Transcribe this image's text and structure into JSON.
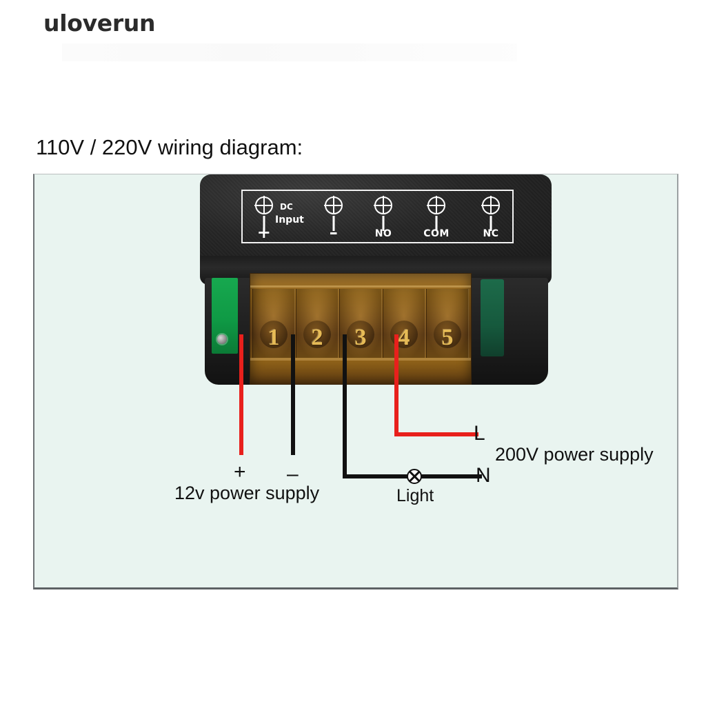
{
  "watermark": {
    "text": "uloverun"
  },
  "title": {
    "text": "110V / 220V wiring diagram:"
  },
  "device": {
    "top_panel": {
      "dc_input_label_line1": "DC",
      "dc_input_label_line2": "Input",
      "terminals": [
        {
          "icon": "screw-terminal-icon",
          "caption": "+"
        },
        {
          "icon": "screw-terminal-icon",
          "caption": "–"
        },
        {
          "icon": "screw-terminal-icon",
          "caption": "NO"
        },
        {
          "icon": "screw-terminal-icon",
          "caption": "COM"
        },
        {
          "icon": "screw-terminal-icon",
          "caption": "NC"
        }
      ]
    },
    "terminal_block": {
      "numbers": [
        "1",
        "2",
        "3",
        "4",
        "5"
      ]
    }
  },
  "wiring": {
    "labels": {
      "plus": "+",
      "minus": "–",
      "dc_supply": "12v power supply",
      "line": "L",
      "neutral": "N",
      "ac_supply": "200V power supply",
      "light": "Light"
    },
    "connections": [
      {
        "from_terminal": "1",
        "color": "#e8201c",
        "to": "+"
      },
      {
        "from_terminal": "2",
        "color": "#111111",
        "to": "–"
      },
      {
        "from_terminal": "3",
        "color": "#111111",
        "to": "N"
      },
      {
        "from_terminal": "4",
        "color": "#e8201c",
        "to": "L"
      }
    ]
  },
  "colors": {
    "wire_red": "#e8201c",
    "wire_black": "#111111",
    "panel_background": "#e9f4f0",
    "device_body": "#1a1a1a",
    "terminal_block": "#8d6018",
    "pcb_green": "#0f9a45"
  }
}
